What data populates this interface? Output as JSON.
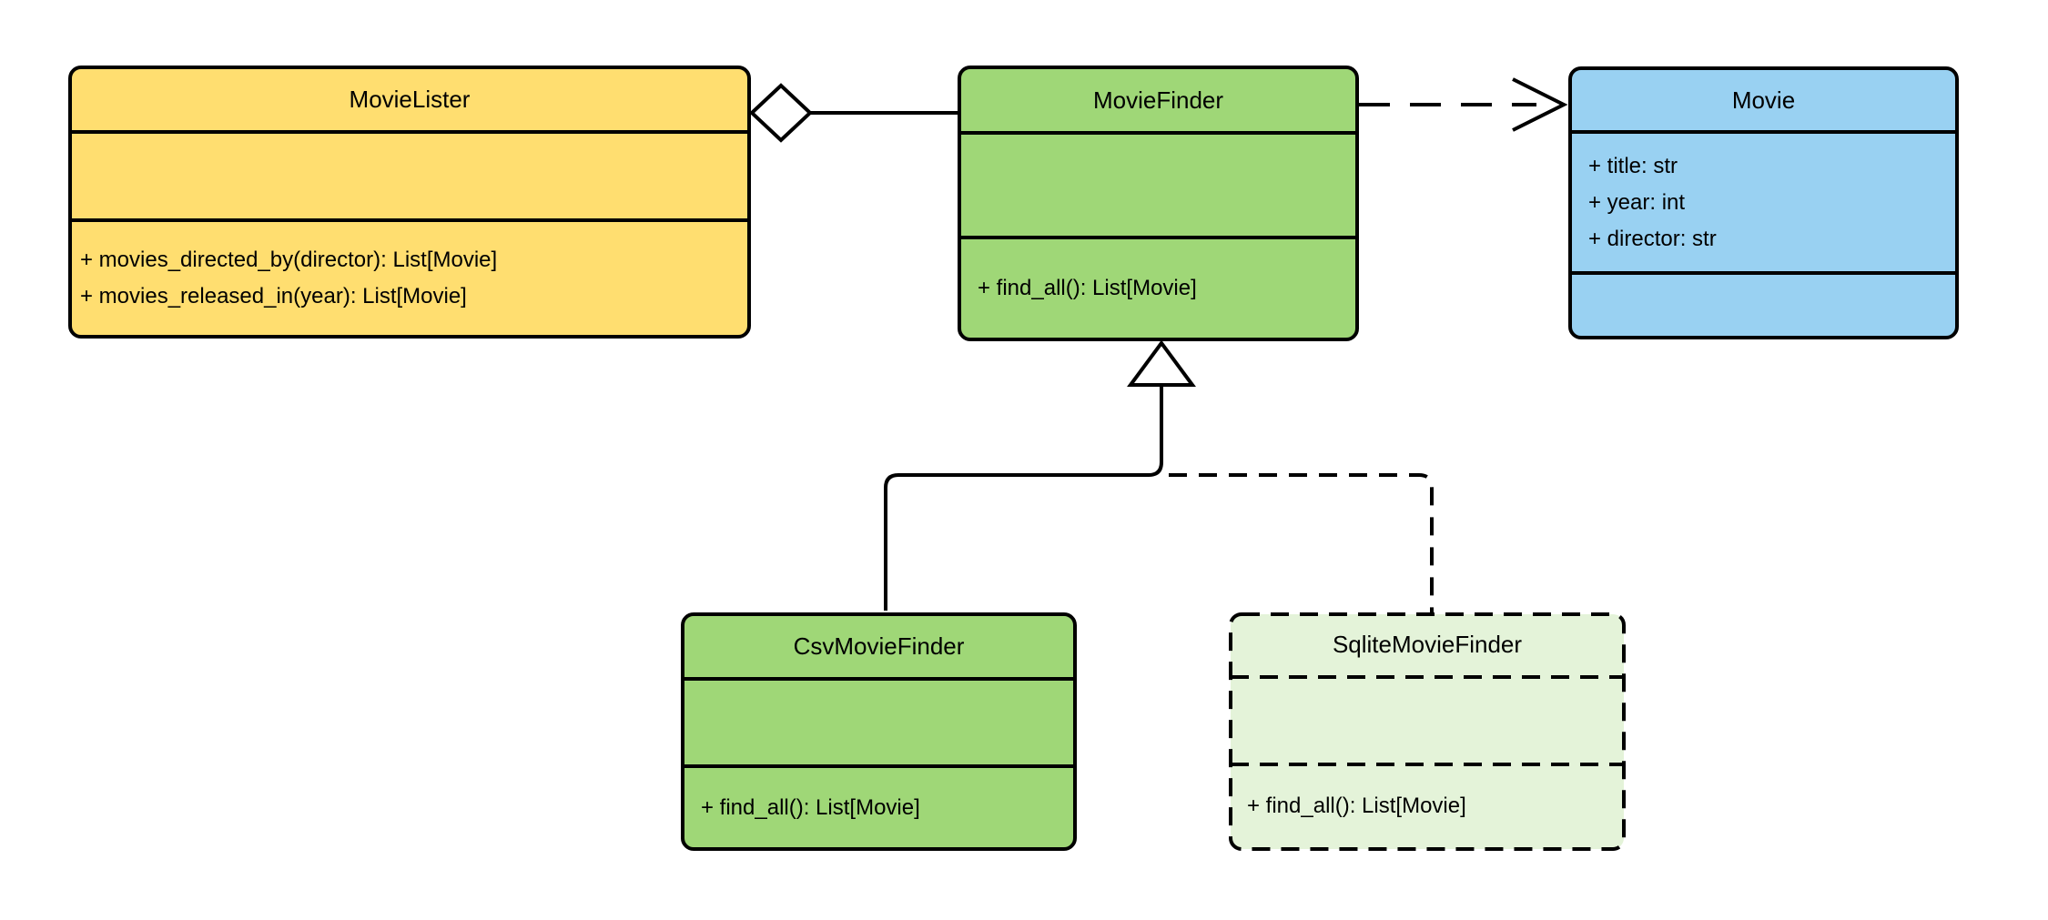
{
  "classes": {
    "movieLister": {
      "name": "MovieLister",
      "attributes": [],
      "methods": [
        "+ movies_directed_by(director): List[Movie]",
        "+ movies_released_in(year): List[Movie]"
      ]
    },
    "movieFinder": {
      "name": "MovieFinder",
      "attributes": [],
      "methods": [
        "+ find_all(): List[Movie]"
      ]
    },
    "movie": {
      "name": "Movie",
      "attributes": [
        "+ title: str",
        "+ year: int",
        "+ director: str"
      ],
      "methods": []
    },
    "csvMovieFinder": {
      "name": "CsvMovieFinder",
      "attributes": [],
      "methods": [
        "+ find_all(): List[Movie]"
      ]
    },
    "sqliteMovieFinder": {
      "name": "SqliteMovieFinder",
      "attributes": [],
      "methods": [
        "+ find_all(): List[Movie]"
      ]
    }
  },
  "relationships": [
    {
      "type": "aggregation",
      "whole": "MovieLister",
      "part": "MovieFinder",
      "line": "solid",
      "marker": "hollow-diamond"
    },
    {
      "type": "dependency",
      "from": "MovieFinder",
      "to": "Movie",
      "line": "dashed",
      "marker": "open-arrow"
    },
    {
      "type": "generalization",
      "parent": "MovieFinder",
      "child": "CsvMovieFinder",
      "line": "solid",
      "marker": "hollow-triangle"
    },
    {
      "type": "generalization",
      "parent": "MovieFinder",
      "child": "SqliteMovieFinder",
      "line": "dashed",
      "marker": "hollow-triangle"
    }
  ],
  "colors": {
    "yellow": "#FFDE70",
    "green": "#9FD777",
    "blue": "#99D1F2",
    "lightGreen": "#E4F3D9",
    "stroke": "#000000",
    "canvas": "#FFFFFF"
  }
}
